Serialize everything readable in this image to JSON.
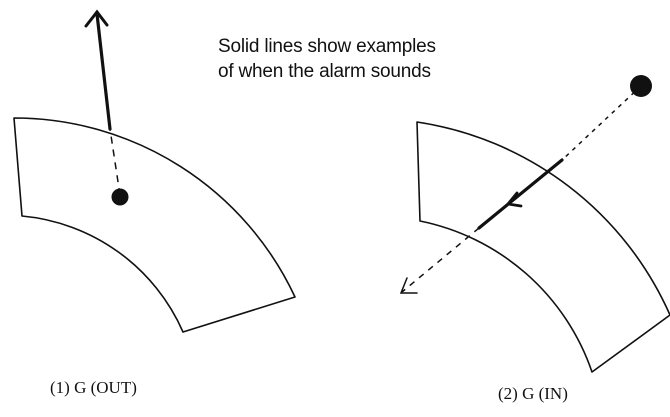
{
  "note": {
    "line1": "Solid lines show examples",
    "line2": "of when the alarm sounds"
  },
  "panels": [
    {
      "id": "g-out",
      "caption": "(1) G (OUT)",
      "direction": "outward"
    },
    {
      "id": "g-in",
      "caption": "(2) G (IN)",
      "direction": "inward"
    }
  ],
  "colors": {
    "ink": "#111111",
    "background": "#ffffff"
  }
}
